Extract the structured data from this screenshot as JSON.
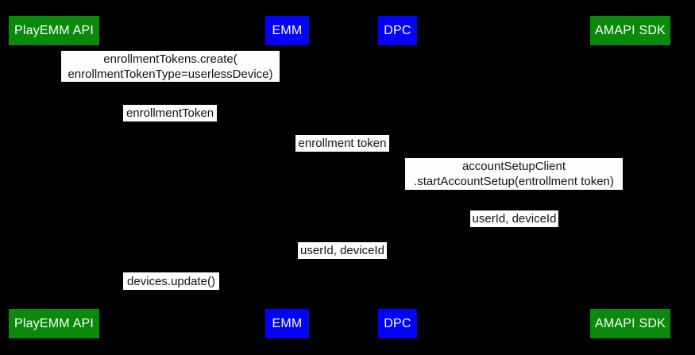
{
  "diagram": {
    "type": "sequence-diagram",
    "background_color": "#000000",
    "actor_colors": {
      "green": "#0a8a0a",
      "blue": "#0202fa",
      "text": "#ffffff"
    },
    "label_style": {
      "background": "#fdfdfd",
      "text_color": "#141414"
    },
    "actors": {
      "playemm": "PlayEMM API",
      "emm": "EMM",
      "dpc": "DPC",
      "amapi": "AMAPI SDK"
    },
    "messages": [
      {
        "from": "EMM",
        "to": "PlayEMM API",
        "line1": "enrollmentTokens.create(",
        "line2": "enrollmentTokenType=userlessDevice)"
      },
      {
        "from": "PlayEMM API",
        "to": "EMM",
        "line1": "enrollmentToken",
        "line2": ""
      },
      {
        "from": "EMM",
        "to": "DPC",
        "line1": "enrollment token",
        "line2": ""
      },
      {
        "from": "DPC",
        "to": "AMAPI SDK",
        "line1": "accountSetupClient",
        "line2": ".startAccountSetup(entrollment token)"
      },
      {
        "from": "AMAPI SDK",
        "to": "DPC",
        "line1": "userId, deviceId",
        "line2": ""
      },
      {
        "from": "DPC",
        "to": "EMM",
        "line1": "userId, deviceId",
        "line2": ""
      },
      {
        "from": "EMM",
        "to": "PlayEMM API",
        "line1": "devices.update()",
        "line2": ""
      }
    ]
  }
}
